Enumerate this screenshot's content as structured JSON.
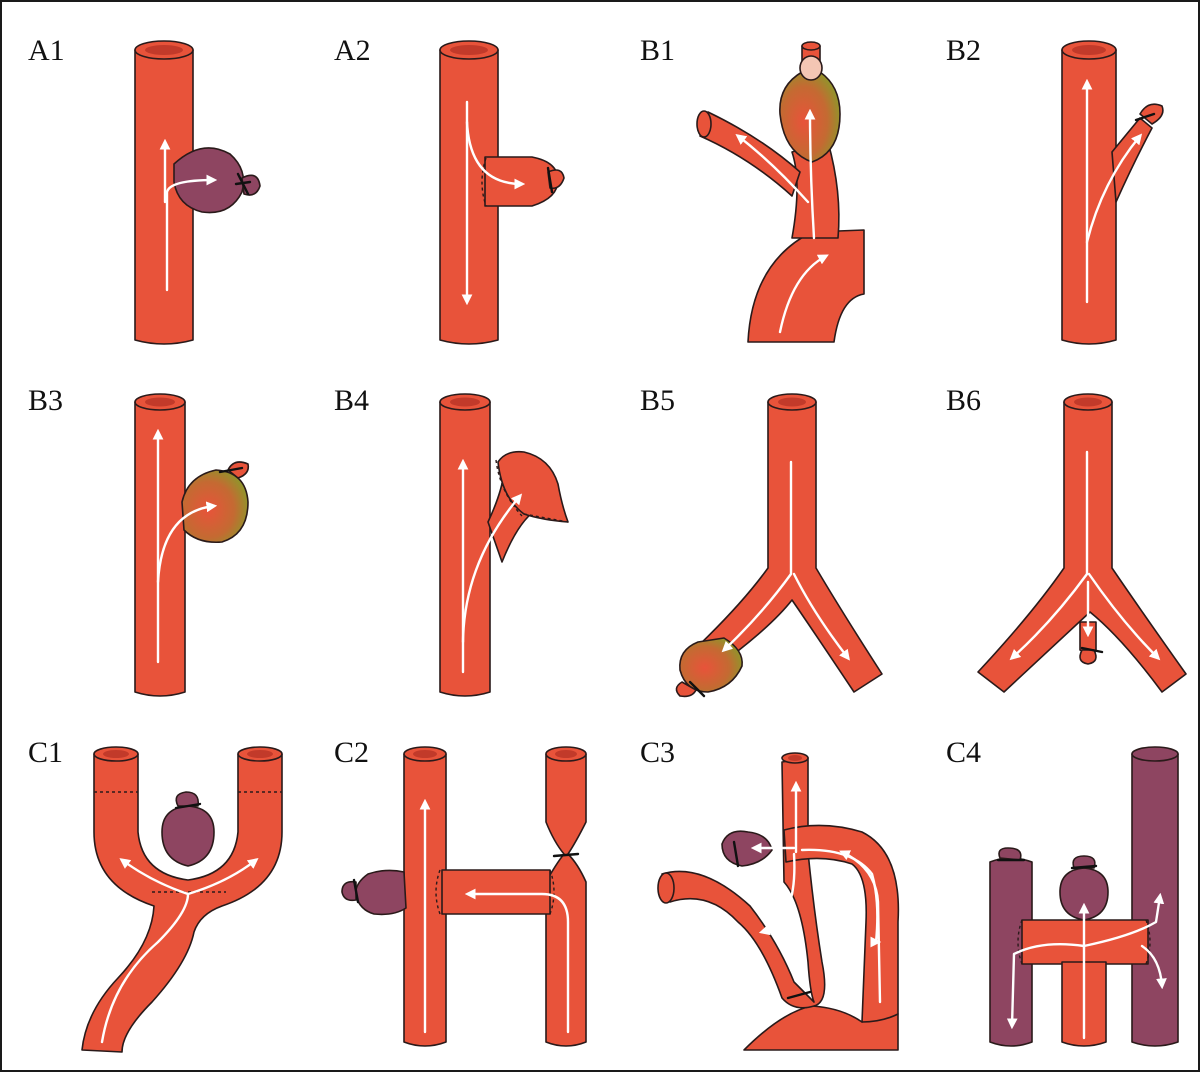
{
  "figure": {
    "panels": [
      {
        "label": "A1"
      },
      {
        "label": "A2"
      },
      {
        "label": "B1"
      },
      {
        "label": "B2"
      },
      {
        "label": "B3"
      },
      {
        "label": "B4"
      },
      {
        "label": "B5"
      },
      {
        "label": "B6"
      },
      {
        "label": "C1"
      },
      {
        "label": "C2"
      },
      {
        "label": "C3"
      },
      {
        "label": "C4"
      }
    ]
  },
  "colors": {
    "vessel": "#e8533a",
    "lumen": "#c23a2a",
    "aneurysm_purple": "#8e4561",
    "aneurysm_green": "#8a9a2a",
    "outline": "#2a1a1a",
    "arrow": "#ffffff"
  }
}
